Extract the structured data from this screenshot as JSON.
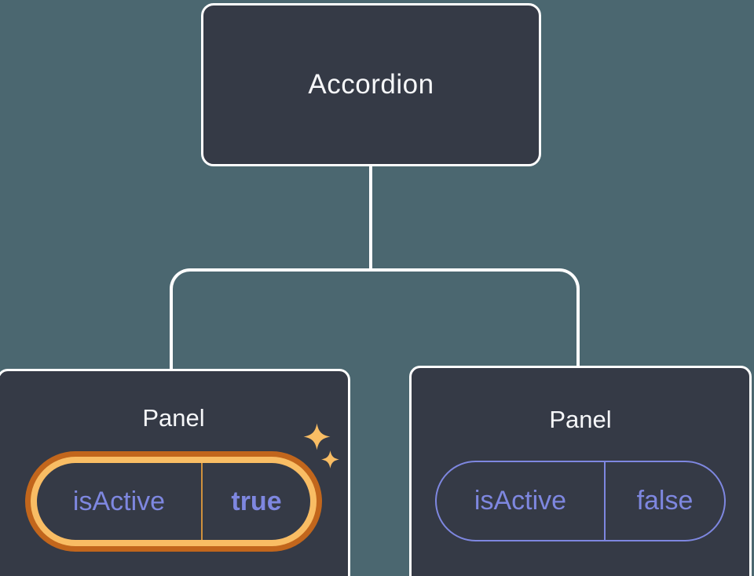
{
  "diagram": {
    "root": {
      "label": "Accordion"
    },
    "panels": [
      {
        "label": "Panel",
        "state": {
          "key": "isActive",
          "value": "true"
        },
        "highlighted": true
      },
      {
        "label": "Panel",
        "state": {
          "key": "isActive",
          "value": "false"
        },
        "highlighted": false
      }
    ],
    "colors": {
      "background": "#4b6770",
      "node_fill": "#353a46",
      "node_border": "#ffffff",
      "node_text": "#f6f7f9",
      "state_purple": "#7e87e0",
      "highlight_orange_dark": "#c2661c",
      "highlight_orange_light": "#f9bd64",
      "highlight_divider": "#d0913d"
    }
  }
}
